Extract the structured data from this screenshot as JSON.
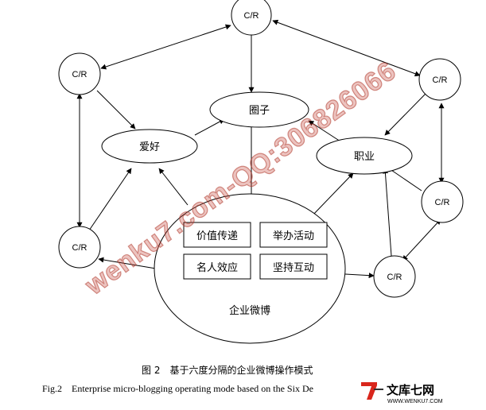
{
  "diagram": {
    "nodes": {
      "cr_top": "C/R",
      "cr_left_top": "C/R",
      "cr_right_top": "C/R",
      "cr_right_mid": "C/R",
      "cr_left_bottom": "C/R",
      "cr_bottom_right": "C/R",
      "circle": "圈子",
      "hobby": "爱好",
      "career": "职业",
      "enterprise": "企业微博",
      "box_value": "价值传递",
      "box_event": "举办活动",
      "box_celebrity": "名人效应",
      "box_interact": "坚持互动"
    }
  },
  "caption": {
    "chinese": "图 2　基于六度分隔的企业微博操作模式",
    "english": "Fig.2　Enterprise micro-blogging operating mode based on the Six De"
  },
  "watermark": {
    "text": "wenku7.com-QQ:306826066",
    "color": "#c0392b"
  },
  "logo": {
    "name": "文库七网",
    "url": "WWW.WENKU7.COM",
    "accent_color": "#d9261c"
  }
}
